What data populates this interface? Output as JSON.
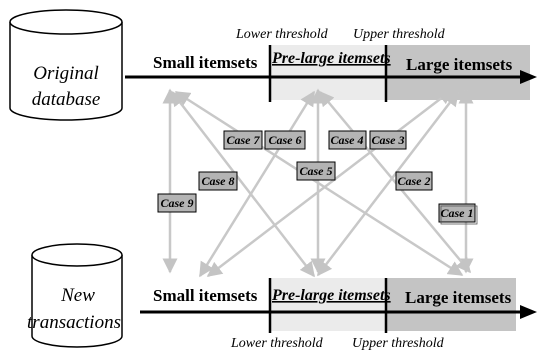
{
  "databases": {
    "original": {
      "line1": "Original",
      "line2": "database"
    },
    "new": {
      "line1": "New",
      "line2": "transactions"
    }
  },
  "top_bar": {
    "small": "Small itemsets",
    "pre_large": "Pre-large itemsets",
    "large": "Large itemsets",
    "lower_threshold": "Lower threshold",
    "upper_threshold": "Upper threshold"
  },
  "bottom_bar": {
    "small": "Small itemsets",
    "pre_large": "Pre-large itemsets",
    "large": "Large itemsets",
    "lower_threshold": "Lower threshold",
    "upper_threshold": "Upper threshold"
  },
  "cases": [
    "Case 1",
    "Case 2",
    "Case 3",
    "Case 4",
    "Case 5",
    "Case 6",
    "Case 7",
    "Case 8",
    "Case 9"
  ],
  "colors": {
    "pre_large_fill": "#ebebeb",
    "large_fill": "#c4c4c4",
    "arrow_color": "#c8c8c8",
    "case_box_fill": "#b4b4b4"
  }
}
